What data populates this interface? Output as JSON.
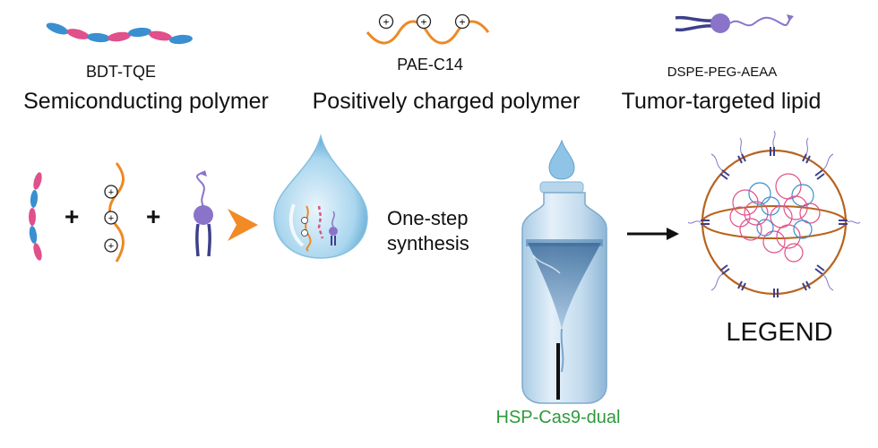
{
  "top_components": [
    {
      "name": "BDT-TQE",
      "type": "Semiconducting polymer"
    },
    {
      "name": "PAE-C14",
      "type": "Positively charged polymer"
    },
    {
      "name": "DSPE-PEG-AEAA",
      "type": "Tumor-targeted lipid"
    }
  ],
  "process": {
    "step_label": "One-step\nsynthesis",
    "product_label": "HSP-Cas9-dual",
    "legend_label": "LEGEND",
    "plus_symbol": "+",
    "charge_symbol": "+"
  },
  "colors": {
    "polymer_pink": "#e0508a",
    "polymer_blue": "#3a8fd0",
    "pae_orange": "#ec8a25",
    "lipid_purple": "#8a74c9",
    "lipid_tail": "#3e3f8a",
    "arrow_orange": "#f28a26",
    "nanoparticle_ring": "#b8631e",
    "product_green": "#2e9a3c"
  }
}
